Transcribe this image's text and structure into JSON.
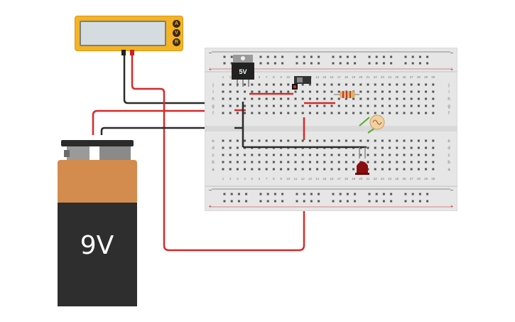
{
  "multimeter": {
    "buttons": [
      "A",
      "V",
      "R"
    ],
    "reading": ""
  },
  "battery": {
    "label": "9V"
  },
  "regulator": {
    "label": "5V"
  },
  "breadboard": {
    "column_numbers": [
      "1",
      "2",
      "3",
      "4",
      "5",
      "6",
      "7",
      "8",
      "9",
      "10",
      "11",
      "12",
      "13",
      "14",
      "15",
      "16",
      "17",
      "18",
      "19",
      "20",
      "21",
      "22",
      "23",
      "24",
      "25",
      "26",
      "27",
      "28",
      "29",
      "30"
    ],
    "top_row_letters": [
      "j",
      "i",
      "h",
      "g",
      "f"
    ],
    "bottom_row_letters": [
      "e",
      "d",
      "c",
      "b",
      "a"
    ],
    "rail_minus": "−",
    "rail_plus": "+"
  },
  "colors": {
    "wire_red": "#d62a2a",
    "wire_black": "#2b2b2b",
    "breadboard": "#e6e6e6",
    "meter": "#f4b324"
  }
}
